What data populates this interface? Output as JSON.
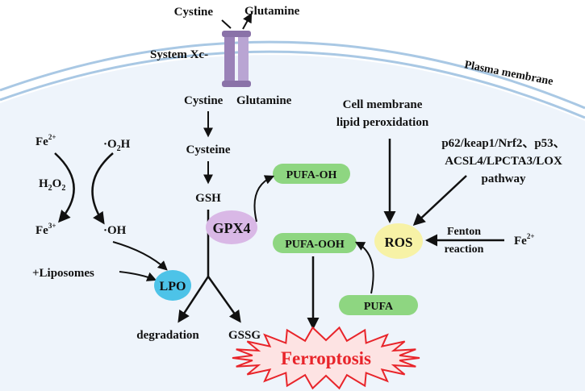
{
  "colors": {
    "membrane": "#a9c8e4",
    "cell_fill": "#eef4fb",
    "arrow": "#111111",
    "pill_green": "#8ed681",
    "gpx4": "#d9b8e6",
    "lpo": "#4dc3e8",
    "ros": "#f7f2a6",
    "burst_stroke": "#e8242a",
    "burst_fill": "#fde3e3",
    "ferroptosis_text": "#e8242a",
    "transporter": "#9a82b8"
  },
  "transport": {
    "cystine_out": "Cystine",
    "glutamine_out": "Glutamine",
    "system": "System Xc-",
    "cystine_in": "Cystine",
    "glutamine_in": "Glutamine"
  },
  "membrane_label": "Plasma membrane",
  "pathway": {
    "cysteine": "Cysteine",
    "gsh": "GSH",
    "gpx4": "GPX4",
    "degradation": "degradation",
    "gssg": "GSSG"
  },
  "iron_cycle": {
    "fe2": "Fe",
    "fe2_charge": "2+",
    "o2h": "·O",
    "o2h_sub": "2",
    "o2h_tail": "H",
    "h2o2_a": "H",
    "h2o2_sub1": "2",
    "h2o2_b": "O",
    "h2o2_sub2": "2",
    "fe3": "Fe",
    "fe3_charge": "3+",
    "oh": "·OH",
    "liposomes": "+Liposomes",
    "lpo": "LPO"
  },
  "lipid": {
    "pufa_oh": "PUFA-OH",
    "pufa_ooh": "PUFA-OOH",
    "pufa": "PUFA"
  },
  "ros_inputs": {
    "lipid_line1": "Cell membrane",
    "lipid_line2": "lipid peroxidation",
    "pathway_line1": "p62/keap1/Nrf2、p53、",
    "pathway_line2": "ACSL4/LPCTA3/LOX",
    "pathway_line3": "pathway",
    "ros": "ROS",
    "fenton_line1": "Fenton",
    "fenton_line2": "reaction",
    "fe2": "Fe",
    "fe2_charge": "2+"
  },
  "outcome": "Ferroptosis"
}
